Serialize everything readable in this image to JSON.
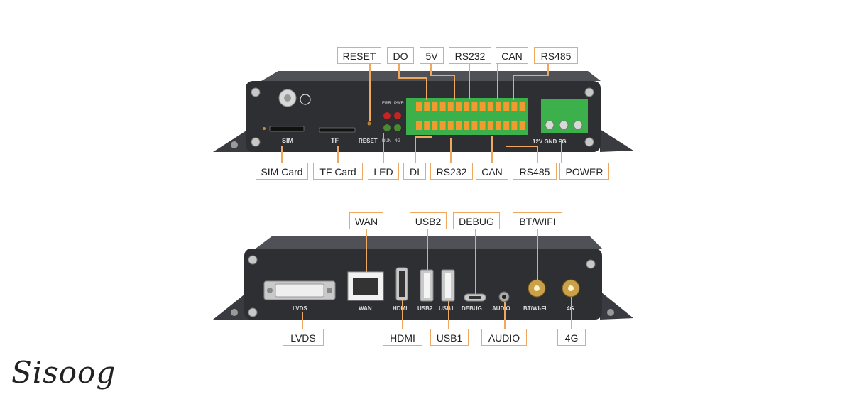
{
  "top_panel": {
    "labels": {
      "reset": "RESET",
      "do": "DO",
      "v5": "5V",
      "rs232_top": "RS232",
      "can_top": "CAN",
      "rs485_top": "RS485",
      "sim_card": "SIM Card",
      "tf_card": "TF Card",
      "led": "LED",
      "di": "DI",
      "rs232_bottom": "RS232",
      "can_bottom": "CAN",
      "rs485_bottom": "RS485",
      "power": "POWER"
    },
    "printed": {
      "sim": "SIM",
      "tf": "TF",
      "reset": "RESET",
      "err": "ERR",
      "pwr": "PWR",
      "run": "RUN",
      "g4": "4G",
      "power_pins": "12V GND FG"
    }
  },
  "bottom_panel": {
    "labels": {
      "wan": "WAN",
      "usb2": "USB2",
      "debug": "DEBUG",
      "btwifi": "BT/WIFI",
      "lvds": "LVDS",
      "hdmi": "HDMI",
      "usb1": "USB1",
      "audio": "AUDIO",
      "g4": "4G"
    },
    "printed": {
      "lvds": "LVDS",
      "wan": "WAN",
      "hdmi": "HDMI",
      "usb2": "USB2",
      "usb1": "USB1",
      "debug": "DEBUG",
      "audio": "AUDIO",
      "btwifi": "BT/WI-FI",
      "g4": "4G"
    }
  },
  "brand": {
    "logo_text": "Sisoog"
  },
  "colors": {
    "accent": "#f0a860",
    "terminal": "#3cb04a",
    "terminal_orange": "#f39a2e",
    "chassis": "#2e2f33"
  }
}
